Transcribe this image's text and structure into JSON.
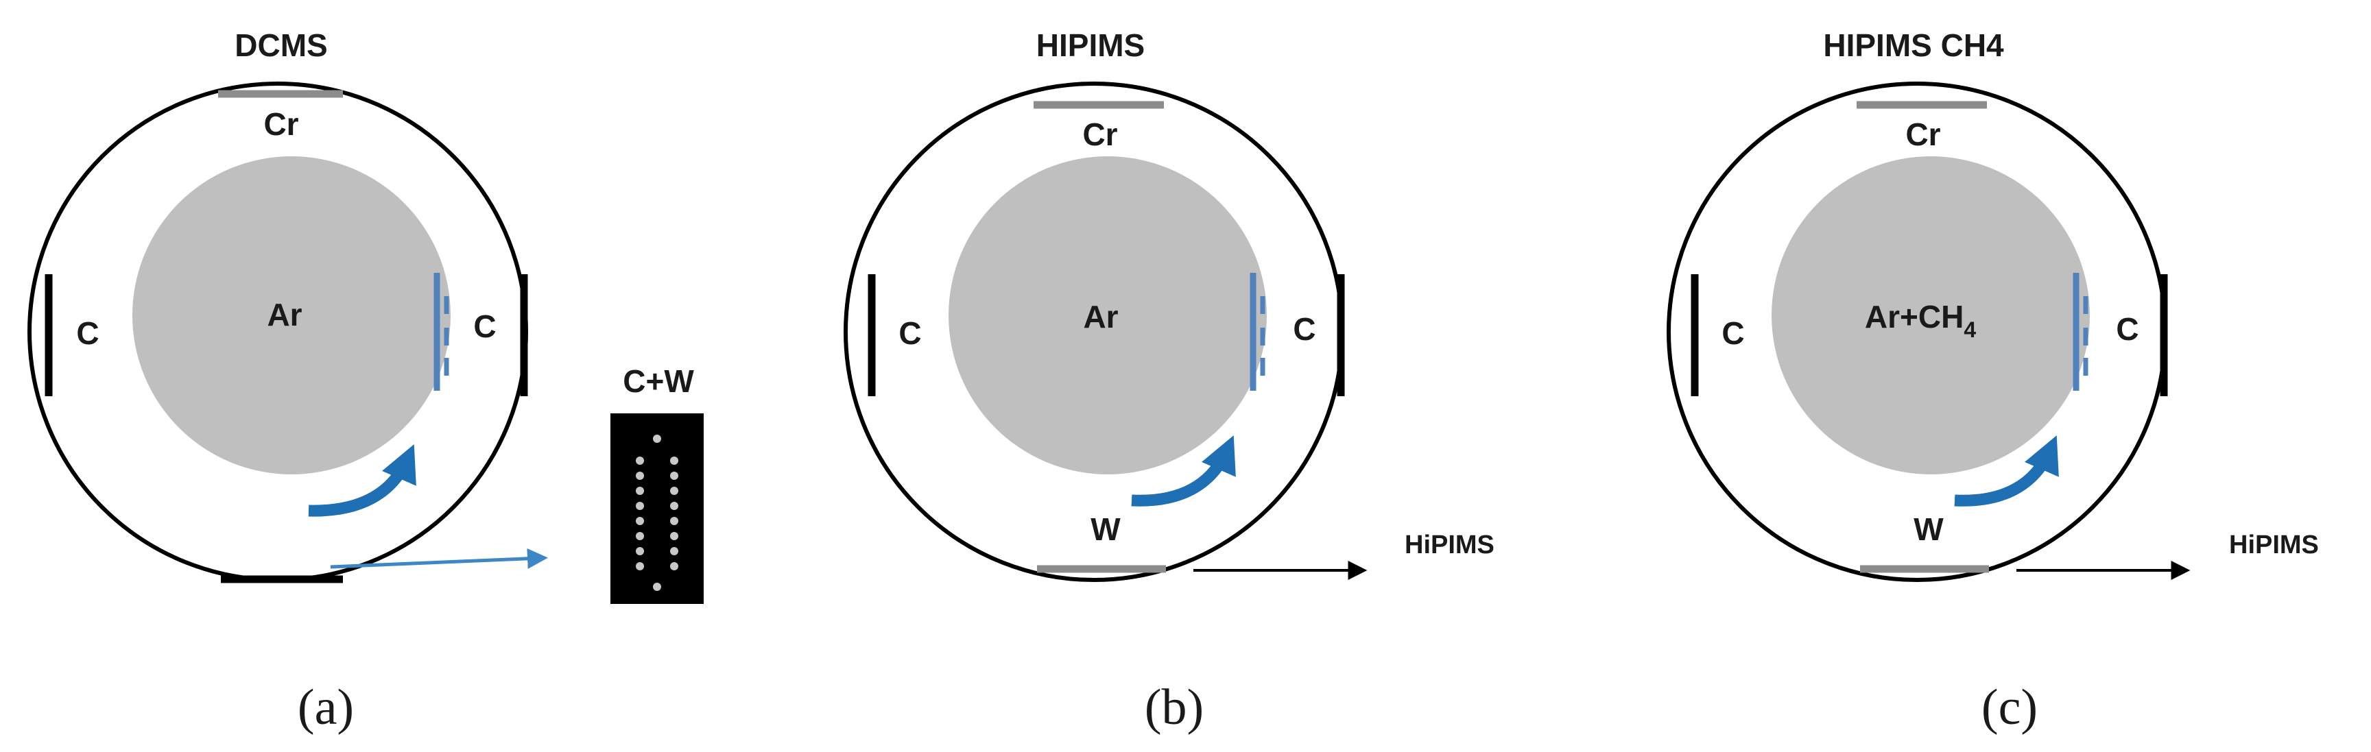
{
  "colors": {
    "chamber_outline": "#000000",
    "plasma": "#bfbfbf",
    "cr_target": "#8c8c8c",
    "carbon_target": "#000000",
    "substrate": "#4f81bd",
    "arrow": "#1f6fb5",
    "pulse_arrow": "#000000",
    "composite_target": "#000000",
    "composite_dots": "#c8c8c8"
  },
  "panels": [
    {
      "title": "DCMS",
      "caption": "(a)",
      "gas": "Ar",
      "gas_sub": "",
      "targets": {
        "top": "Cr",
        "left": "C",
        "right": "C",
        "bottom": ""
      },
      "composite_label": "C+W",
      "power_label": ""
    },
    {
      "title": "HIPIMS",
      "caption": "(b)",
      "gas": "Ar",
      "gas_sub": "",
      "targets": {
        "top": "Cr",
        "left": "C",
        "right": "C",
        "bottom": "W"
      },
      "composite_label": "",
      "power_label": "HiPIMS"
    },
    {
      "title": "HIPIMS CH4",
      "caption": "(c)",
      "gas": "Ar+CH",
      "gas_sub": "4",
      "targets": {
        "top": "Cr",
        "left": "C",
        "right": "C",
        "bottom": "W"
      },
      "composite_label": "",
      "power_label": "HiPIMS"
    }
  ]
}
